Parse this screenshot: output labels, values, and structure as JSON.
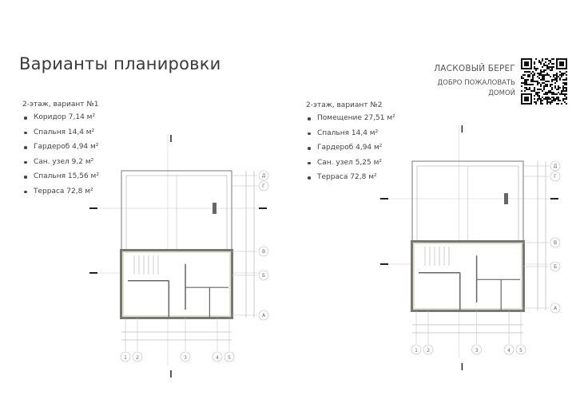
{
  "page": {
    "title": "Варианты планировки"
  },
  "brand": {
    "name": "ЛАСКОВЫЙ БЕРЕГ",
    "slogan_line1": "ДОБРО ПОЖАЛОВАТЬ",
    "slogan_line2": "ДОМОЙ",
    "qr_icon": "qr-code-icon"
  },
  "variants": [
    {
      "heading": "2-этаж, вариант №1",
      "rooms": [
        "Коридор 7,14 м²",
        "Спальня 14,4 м²",
        "Гардероб 4,94 м²",
        "Сан. узел 9,2 м²",
        "Спальня 15,56 м²",
        "Терраса 72,8 м²"
      ]
    },
    {
      "heading": "2-этаж, вариант №2",
      "rooms": [
        "Помещение 27,51 м²",
        "Спальня 14,4 м²",
        "Гардероб 4,94 м²",
        "Сан. узел 5,25 м²",
        "Терраса 72,8 м²"
      ]
    }
  ],
  "plan_axes": {
    "columns": [
      "1",
      "2",
      "3",
      "4",
      "5"
    ],
    "rows": [
      "Д",
      "Г",
      "В",
      "Б",
      "А"
    ]
  },
  "colors": {
    "wall_fill": "#e4e2cf",
    "line": "#777777"
  }
}
